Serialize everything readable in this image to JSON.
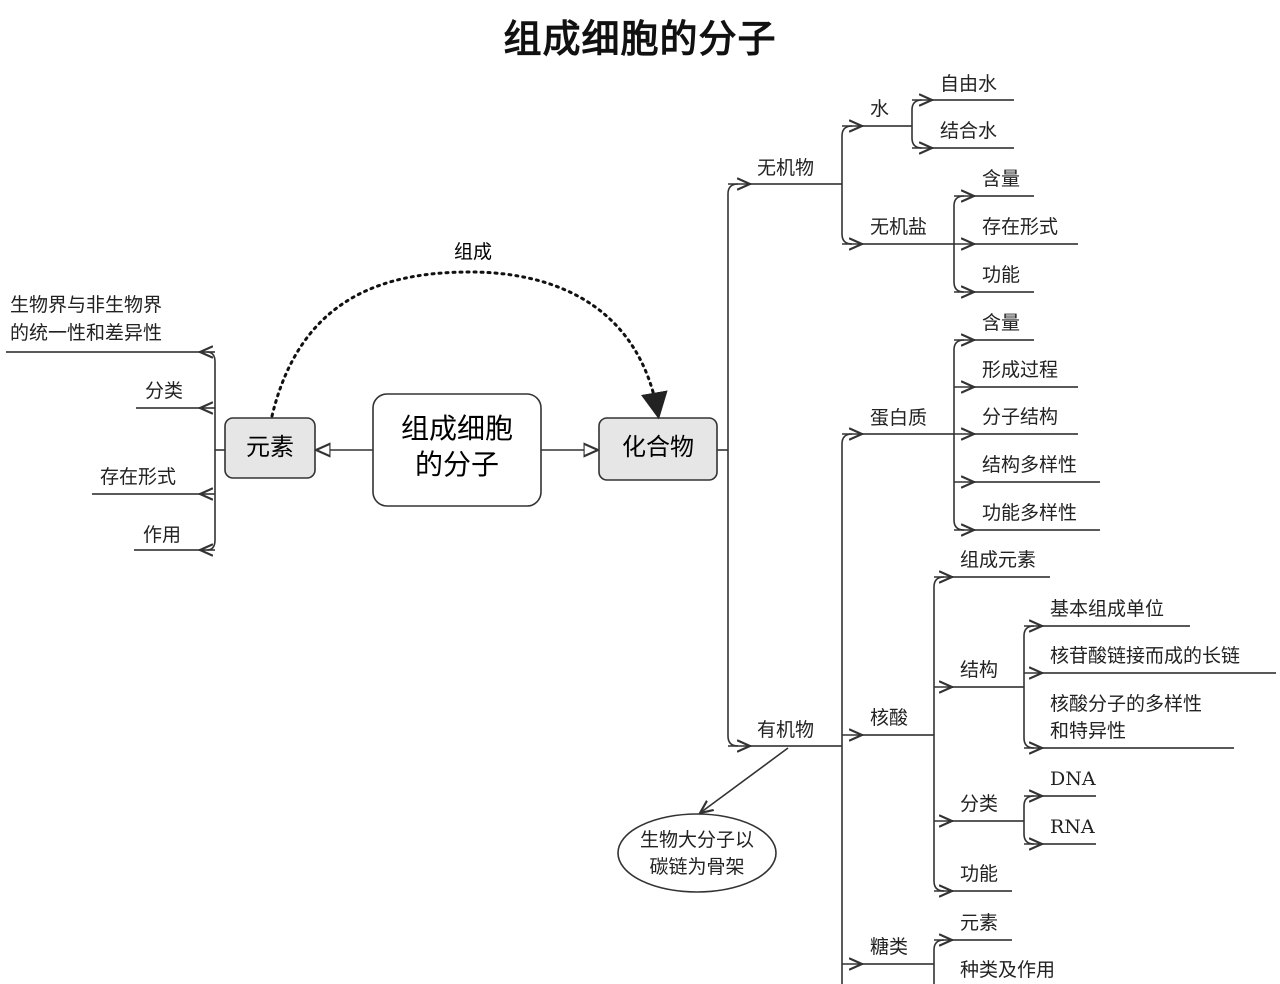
{
  "title": "组成细胞的分子",
  "center": {
    "line1": "组成细胞",
    "line2": "的分子"
  },
  "element_node": "元素",
  "compound_node": "化合物",
  "arc_label": "组成",
  "left_branches": {
    "unity_line1": "生物界与非生物界",
    "unity_line2": "的统一性和差异性",
    "classify": "分类",
    "forms": "存在形式",
    "role": "作用"
  },
  "inorganic": {
    "label": "无机物",
    "water": {
      "label": "水",
      "free": "自由水",
      "bound": "结合水"
    },
    "salt": {
      "label": "无机盐",
      "content": "含量",
      "forms": "存在形式",
      "function": "功能"
    }
  },
  "organic": {
    "label": "有机物",
    "backbone_line1": "生物大分子以",
    "backbone_line2": "碳链为骨架",
    "protein": {
      "label": "蛋白质",
      "content": "含量",
      "formation": "形成过程",
      "structure": "分子结构",
      "structural_diversity": "结构多样性",
      "functional_diversity": "功能多样性"
    },
    "nucleic_acid": {
      "label": "核酸",
      "elements": "组成元素",
      "structure": {
        "label": "结构",
        "unit": "基本组成单位",
        "chain": "核苷酸链接而成的长链",
        "diversity_line1": "核酸分子的多样性",
        "diversity_line2": "和特异性"
      },
      "classify": {
        "label": "分类",
        "dna": "DNA",
        "rna": "RNA"
      },
      "function": "功能"
    },
    "sugar": {
      "label": "糖类",
      "elements": "元素",
      "types": "种类及作用"
    }
  }
}
